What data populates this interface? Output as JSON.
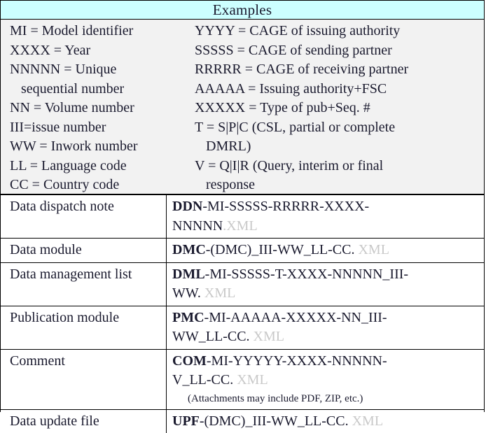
{
  "header": {
    "title": "Examples",
    "bg_color": "#ccffff"
  },
  "legend": {
    "bg_color": "#f2f2f2",
    "left_column": [
      {
        "text": "MI = Model identifier",
        "indent": false
      },
      {
        "text": "XXXX = Year",
        "indent": false
      },
      {
        "text": "NNNNN = Unique",
        "indent": false
      },
      {
        "text": "sequential number",
        "indent": true
      },
      {
        "text": "NN = Volume number",
        "indent": false
      },
      {
        "text": "III=issue number",
        "indent": false
      },
      {
        "text": "WW = Inwork number",
        "indent": false
      },
      {
        "text": "LL = Language code",
        "indent": false
      },
      {
        "text": "CC = Country code",
        "indent": false
      }
    ],
    "right_column": [
      {
        "text": "YYYY = CAGE of issuing authority",
        "indent": false
      },
      {
        "text": "SSSSS = CAGE of sending partner",
        "indent": false
      },
      {
        "text": "RRRRR = CAGE of receiving partner",
        "indent": false
      },
      {
        "text": "AAAAA = Issuing authority+FSC",
        "indent": false
      },
      {
        "text": "XXXXX = Type of pub+Seq. #",
        "indent": false
      },
      {
        "text": "T = S|P|C (CSL, partial or complete",
        "indent": false
      },
      {
        "text": "DMRL)",
        "indent": true
      },
      {
        "text": "V = Q|I|R (Query, interim or final",
        "indent": false
      },
      {
        "text": "response",
        "indent": true
      }
    ]
  },
  "rows": [
    {
      "label": "Data dispatch note",
      "lines": [
        {
          "prefix": "DDN",
          "body": "-MI-SSSSS-RRRRR-XXXX-",
          "ext": ""
        },
        {
          "prefix": "",
          "body": "NNNNN",
          "ext": ".XML"
        }
      ],
      "note": ""
    },
    {
      "label": "Data module",
      "lines": [
        {
          "prefix": "DMC",
          "body": "-(DMC)_III-WW_LL-CC.",
          "ext": " XML"
        }
      ],
      "note": ""
    },
    {
      "label": "Data management list",
      "lines": [
        {
          "prefix": "DML",
          "body": "-MI-SSSSS-T-XXXX-NNNNN_III-",
          "ext": ""
        },
        {
          "prefix": "",
          "body": "WW.",
          "ext": " XML"
        }
      ],
      "note": ""
    },
    {
      "label": "Publication module",
      "lines": [
        {
          "prefix": "PMC",
          "body": "-MI-AAAAA-XXXXX-NN_III-",
          "ext": ""
        },
        {
          "prefix": "",
          "body": "WW_LL-CC.",
          "ext": " XML"
        }
      ],
      "note": ""
    },
    {
      "label": "Comment",
      "lines": [
        {
          "prefix": "COM",
          "body": "-MI-YYYYY-XXXX-NNNNN-",
          "ext": ""
        },
        {
          "prefix": "",
          "body": "V_LL-CC.",
          "ext": " XML"
        }
      ],
      "note": "(Attachments may include PDF, ZIP, etc.)"
    },
    {
      "label": "Data update file",
      "lines": [
        {
          "prefix": "UPF",
          "body": "-(DMC)_III-WW_LL-CC.",
          "ext": " XML"
        }
      ],
      "note": ""
    }
  ]
}
